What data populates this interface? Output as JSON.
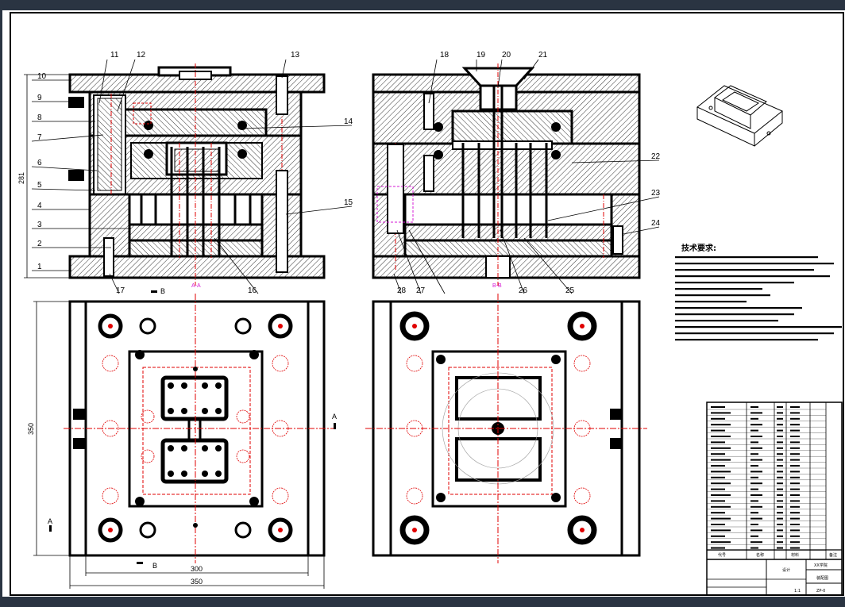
{
  "sheet": {
    "background": "#ffffff",
    "frame_color": "#000000",
    "centerline_color": "#e00000",
    "accent_color": "#d61ad6",
    "dark_bar_color": "#2a3442"
  },
  "callouts": {
    "left": [
      "1",
      "2",
      "3",
      "4",
      "5",
      "6",
      "7",
      "8",
      "9",
      "10"
    ],
    "top": [
      "11",
      "12",
      "13",
      "18",
      "19",
      "20",
      "21"
    ],
    "right": [
      "14",
      "15",
      "22",
      "23",
      "24"
    ],
    "bottom": [
      "17",
      "16",
      "28",
      "27",
      "26",
      "25"
    ]
  },
  "dimensions": {
    "height": "281",
    "plate_height": "350",
    "inner_width": "300",
    "outer_width": "350"
  },
  "section_marks": {
    "aa": "A-A",
    "bb": "B-B",
    "a": "A",
    "b": "B"
  },
  "tech_req": {
    "title": "技术要求:"
  },
  "title_block": {
    "col1": "代号",
    "col2": "名称",
    "col3": "材料",
    "col4": "备注",
    "drawing_name": "装配图",
    "company": "XX学院",
    "org": "设计",
    "sheet_no": "ZP-0",
    "scale": "1:1"
  }
}
